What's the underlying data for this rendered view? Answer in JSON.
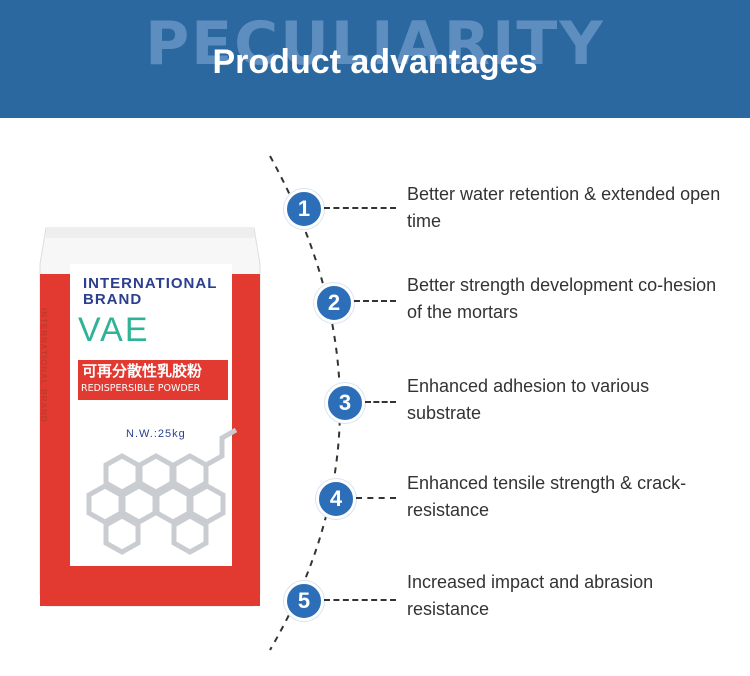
{
  "banner": {
    "background_word": "PECULIARITY",
    "title": "Product advantages",
    "color": "#2c68a0"
  },
  "bag": {
    "brand_line1": "INTERNATIONAL",
    "brand_line2": "BRAND",
    "product": "VAE",
    "chinese_name": "可再分散性乳胶粉",
    "english_name": "REDISPERSIBLE POWDER",
    "net_weight": "N.W.:25kg",
    "side_text": "INTERNATIONAL BRAND",
    "accent_color": "#e23a31"
  },
  "advantages": [
    {
      "number": "1",
      "text": "Better water retention & extended open time"
    },
    {
      "number": "2",
      "text": "Better strength development co-hesion of the mortars"
    },
    {
      "number": "3",
      "text": "Enhanced adhesion to various substrate"
    },
    {
      "number": "4",
      "text": "Enhanced tensile strength & crack-resistance"
    },
    {
      "number": "5",
      "text": "Increased impact and abrasion resistance"
    }
  ]
}
